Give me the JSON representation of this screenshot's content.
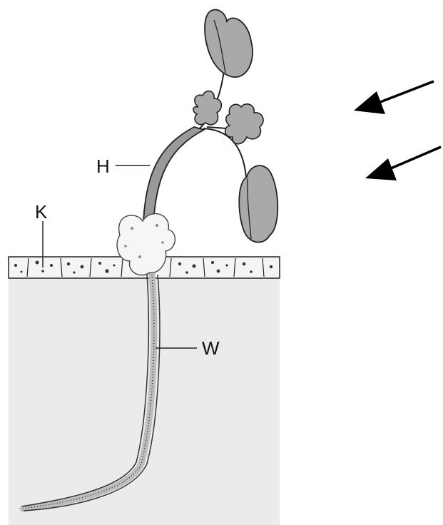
{
  "labels": {
    "hypocotyl": "H",
    "crust": "K",
    "root": "W"
  },
  "colors": {
    "plant_fill": "#9a9a9a",
    "leaf_fill": "#a9a9a9",
    "soil_fill": "#ebebeb",
    "outline": "#222222",
    "arrow": "#000000"
  },
  "icons": {
    "arrows": "arrow-left-down-icon"
  }
}
